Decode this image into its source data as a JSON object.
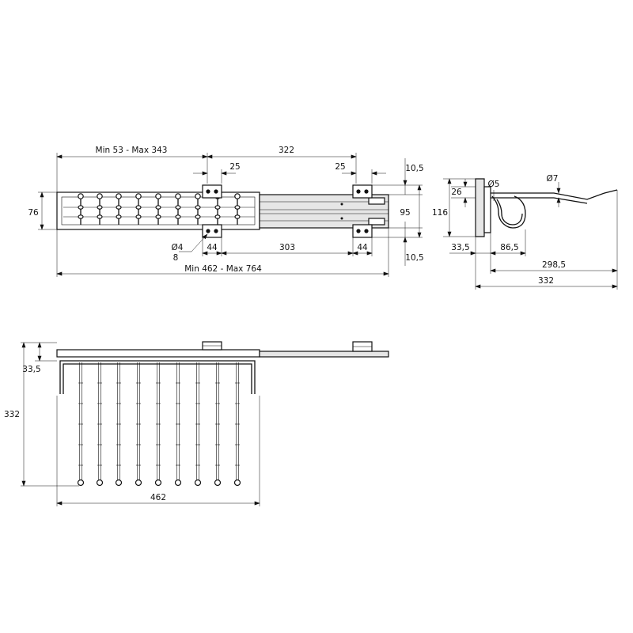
{
  "colors": {
    "line": "#111111",
    "background": "#ffffff"
  },
  "top_view": {
    "dims": {
      "stroke_range": "Min 53 - Max 343",
      "slide_length": "322",
      "bracket_left": "25",
      "bracket_right": "25",
      "offset_top": "10,5",
      "offset_bottom": "10,5",
      "height": "76",
      "rail_height": "95",
      "hole_diameter": "Ø4",
      "hole_offset": "8",
      "bracket_44_left": "44",
      "hole_span": "303",
      "bracket_44_right": "44",
      "total_length": "Min 462 - Max 764"
    }
  },
  "side_view": {
    "dims": {
      "d26": "26",
      "d116": "116",
      "d5": "Ø5",
      "d7": "Ø7",
      "d33_5": "33,5",
      "d86_5": "86,5",
      "d298_5": "298,5",
      "d332": "332"
    }
  },
  "front_view": {
    "dims": {
      "drop": "33,5",
      "depth": "332",
      "width": "462"
    }
  }
}
